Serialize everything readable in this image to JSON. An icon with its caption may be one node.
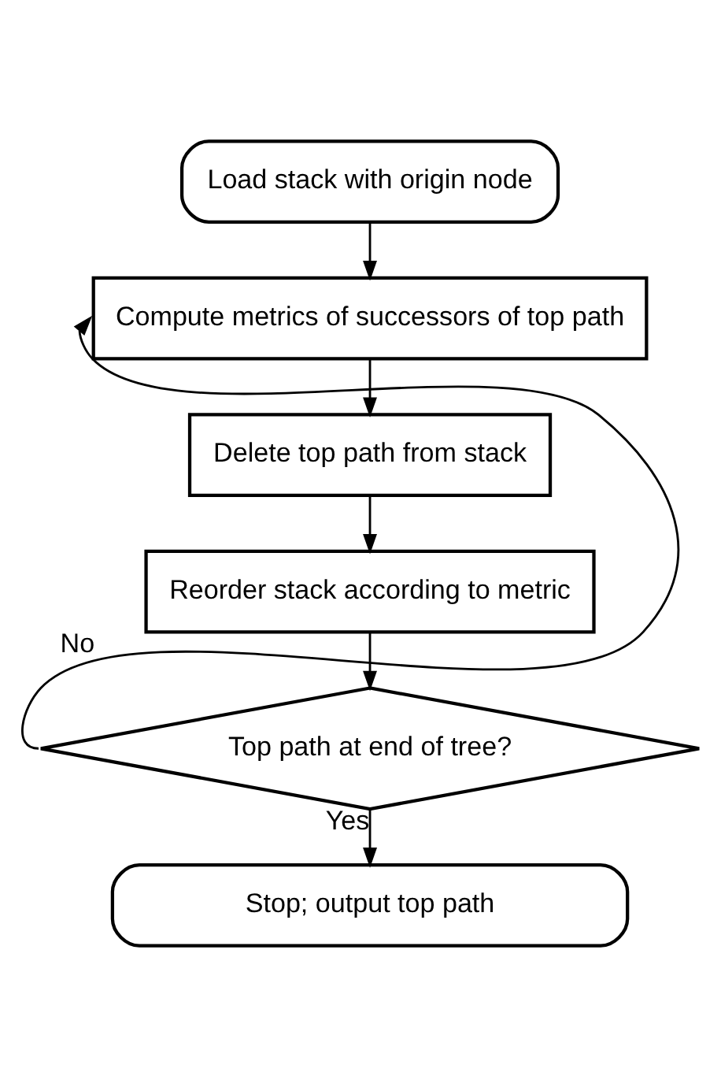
{
  "diagram": {
    "nodes": [
      {
        "text": [
          "Load stack with origin node"
        ]
      },
      {
        "text": [
          "Compute metrics of successors of top path"
        ]
      },
      {
        "text": [
          "Delete top path from stack"
        ]
      },
      {
        "text": [
          "Reorder stack according to metric"
        ]
      },
      {
        "text": [
          "Top path at end of tree?"
        ]
      },
      {
        "text": [
          "Stop; output top path"
        ]
      }
    ],
    "edges": [
      {
        "from": 0,
        "to": 1,
        "arrow": "to"
      },
      {
        "from": 1,
        "to": 2,
        "arrow": "to"
      },
      {
        "from": 2,
        "to": 3,
        "arrow": "to"
      },
      {
        "from": 3,
        "to": 4,
        "arrow": "to"
      },
      {
        "from": 4,
        "to": 1,
        "arrow": "to",
        "label": "No"
      },
      {
        "from": 4,
        "to": 5,
        "arrow": "to",
        "label": "Yes"
      }
    ]
  }
}
